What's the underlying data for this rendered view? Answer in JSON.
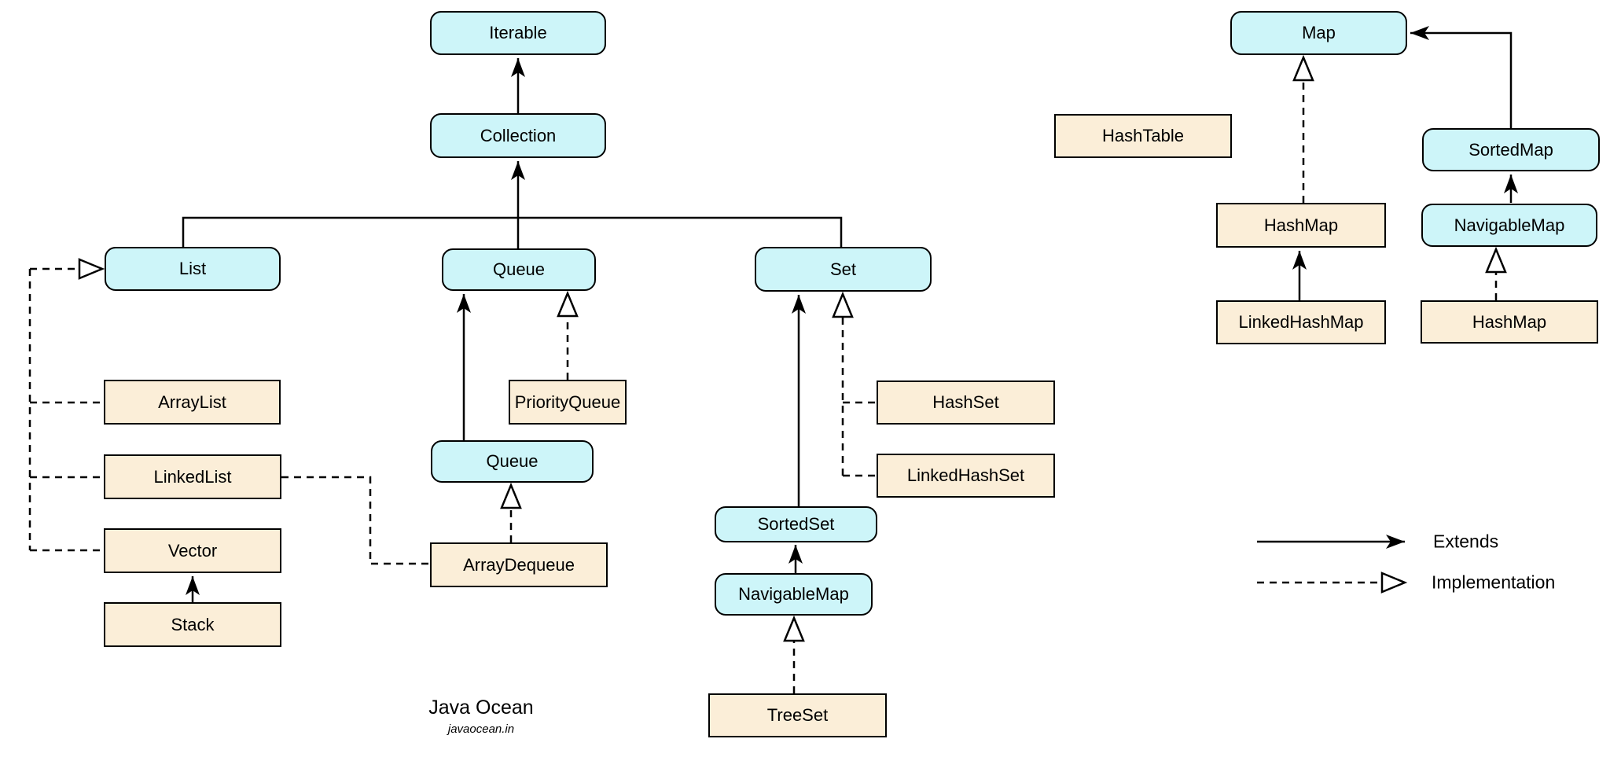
{
  "colors": {
    "interface_fill": "#cdf5f9",
    "class_fill": "#fbeed8",
    "line": "#000000",
    "background": "#ffffff"
  },
  "nodes": {
    "iterable": {
      "label": "Iterable",
      "kind": "interface"
    },
    "collection": {
      "label": "Collection",
      "kind": "interface"
    },
    "list": {
      "label": "List",
      "kind": "interface"
    },
    "queue": {
      "label": "Queue",
      "kind": "interface"
    },
    "set": {
      "label": "Set",
      "kind": "interface"
    },
    "arraylist": {
      "label": "ArrayList",
      "kind": "class"
    },
    "linkedlist": {
      "label": "LinkedList",
      "kind": "class"
    },
    "vector": {
      "label": "Vector",
      "kind": "class"
    },
    "stack": {
      "label": "Stack",
      "kind": "class"
    },
    "priorityqueue": {
      "label": "PriorityQueue",
      "kind": "class"
    },
    "queue_lower": {
      "label": "Queue",
      "kind": "interface"
    },
    "arraydequeue": {
      "label": "ArrayDequeue",
      "kind": "class"
    },
    "hashset": {
      "label": "HashSet",
      "kind": "class"
    },
    "linkedhashset": {
      "label": "LinkedHashSet",
      "kind": "class"
    },
    "sortedset": {
      "label": "SortedSet",
      "kind": "interface"
    },
    "navigablemap_left": {
      "label": "NavigableMap",
      "kind": "interface"
    },
    "treeset": {
      "label": "TreeSet",
      "kind": "class"
    },
    "map": {
      "label": "Map",
      "kind": "interface"
    },
    "hashtable": {
      "label": "HashTable",
      "kind": "class"
    },
    "hashmap_left": {
      "label": "HashMap",
      "kind": "class"
    },
    "linkedhashmap": {
      "label": "LinkedHashMap",
      "kind": "class"
    },
    "sortedmap": {
      "label": "SortedMap",
      "kind": "interface"
    },
    "navigablemap_right": {
      "label": "NavigableMap",
      "kind": "interface"
    },
    "hashmap_right": {
      "label": "HashMap",
      "kind": "class"
    }
  },
  "edges": [
    {
      "from": "Collection",
      "to": "Iterable",
      "type": "extends"
    },
    {
      "from": "List",
      "to": "Collection",
      "type": "extends"
    },
    {
      "from": "Queue",
      "to": "Collection",
      "type": "extends"
    },
    {
      "from": "Set",
      "to": "Collection",
      "type": "extends"
    },
    {
      "from": "ArrayList",
      "to": "List",
      "type": "implementation"
    },
    {
      "from": "LinkedList",
      "to": "List",
      "type": "implementation"
    },
    {
      "from": "Vector",
      "to": "List",
      "type": "implementation"
    },
    {
      "from": "Stack",
      "to": "Vector",
      "type": "extends"
    },
    {
      "from": "Queue (lower)",
      "to": "Queue",
      "type": "extends"
    },
    {
      "from": "PriorityQueue",
      "to": "Queue",
      "type": "implementation"
    },
    {
      "from": "ArrayDequeue",
      "to": "Queue (lower)",
      "type": "implementation"
    },
    {
      "from": "LinkedList",
      "to": "ArrayDequeue",
      "type": "implementation"
    },
    {
      "from": "SortedSet",
      "to": "Set",
      "type": "extends"
    },
    {
      "from": "HashSet",
      "to": "Set",
      "type": "implementation"
    },
    {
      "from": "LinkedHashSet",
      "to": "Set",
      "type": "implementation"
    },
    {
      "from": "NavigableMap",
      "to": "SortedSet",
      "type": "extends"
    },
    {
      "from": "TreeSet",
      "to": "NavigableMap",
      "type": "implementation"
    },
    {
      "from": "HashMap",
      "to": "Map",
      "type": "implementation"
    },
    {
      "from": "LinkedHashMap",
      "to": "HashMap",
      "type": "extends"
    },
    {
      "from": "SortedMap",
      "to": "Map",
      "type": "extends"
    },
    {
      "from": "NavigableMap (right)",
      "to": "SortedMap",
      "type": "extends"
    },
    {
      "from": "HashMap (right)",
      "to": "NavigableMap (right)",
      "type": "implementation"
    }
  ],
  "legend": {
    "extends_label": "Extends",
    "implementation_label": "Implementation"
  },
  "footer": {
    "title": "Java Ocean",
    "subtitle": "javaocean.in"
  }
}
